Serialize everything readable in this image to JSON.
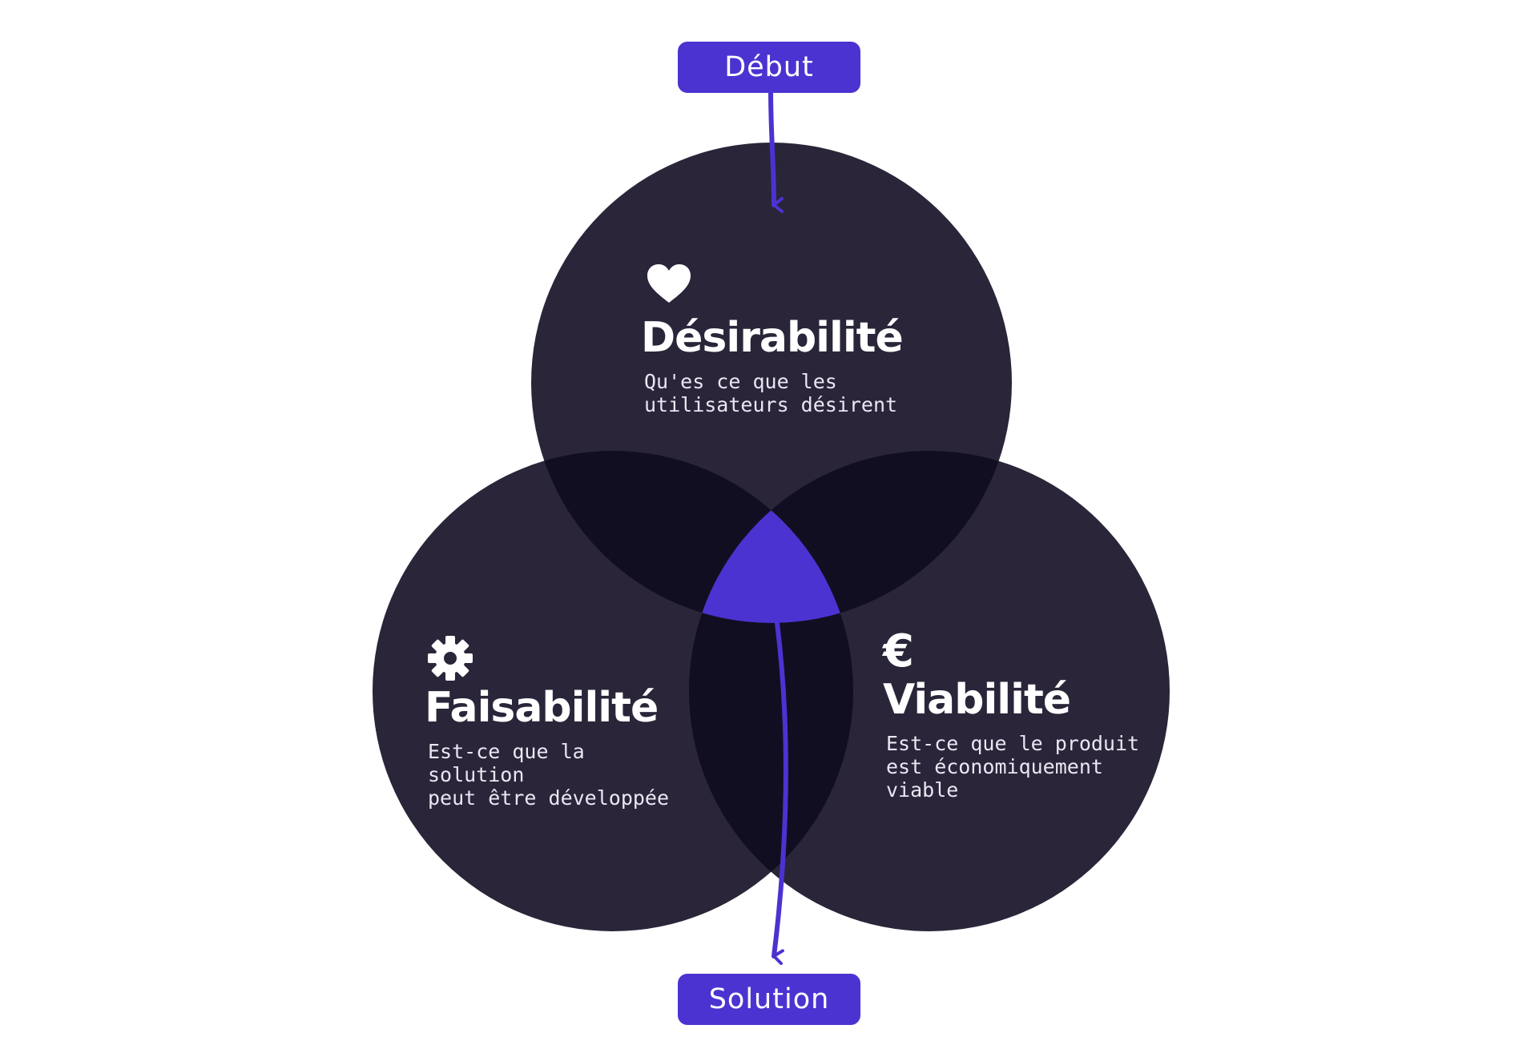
{
  "labels": {
    "start": "Début",
    "end": "Solution"
  },
  "circles": {
    "desirability": {
      "title": "Désirabilité",
      "description": "Qu'es ce que les\nutilisateurs désirent",
      "icon": "heart-icon"
    },
    "feasibility": {
      "title": "Faisabilité",
      "description": "Est-ce que la solution\npeut être développée",
      "icon": "gear-icon"
    },
    "viability": {
      "title": "Viabilité",
      "description": "Est-ce que le produit\nest économiquement\nviable",
      "icon": "euro-icon",
      "icon_glyph": "€"
    }
  },
  "colors": {
    "circle": "#2a2539",
    "overlap": "#120e22",
    "center": "#4b33d1",
    "accent": "#4b33d1",
    "text": "#ffffff"
  }
}
